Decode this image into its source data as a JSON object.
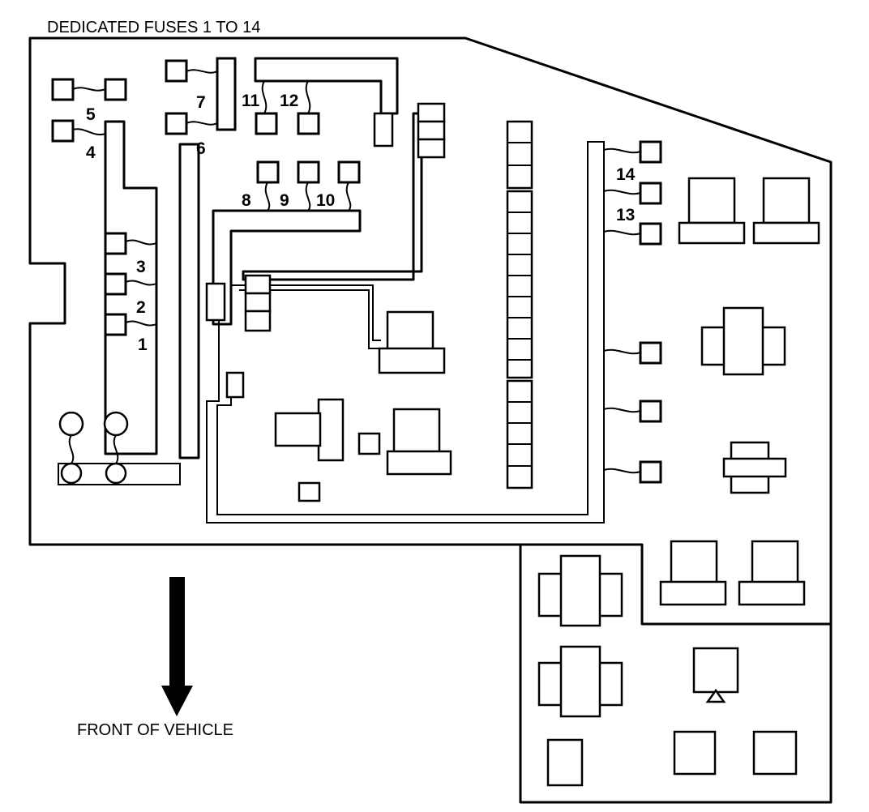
{
  "title": "DEDICATED FUSES 1 TO 14",
  "direction_label": "FRONT OF VEHICLE",
  "fuse_labels": [
    "1",
    "2",
    "3",
    "4",
    "5",
    "6",
    "7",
    "8",
    "9",
    "10",
    "11",
    "12",
    "13",
    "14"
  ]
}
